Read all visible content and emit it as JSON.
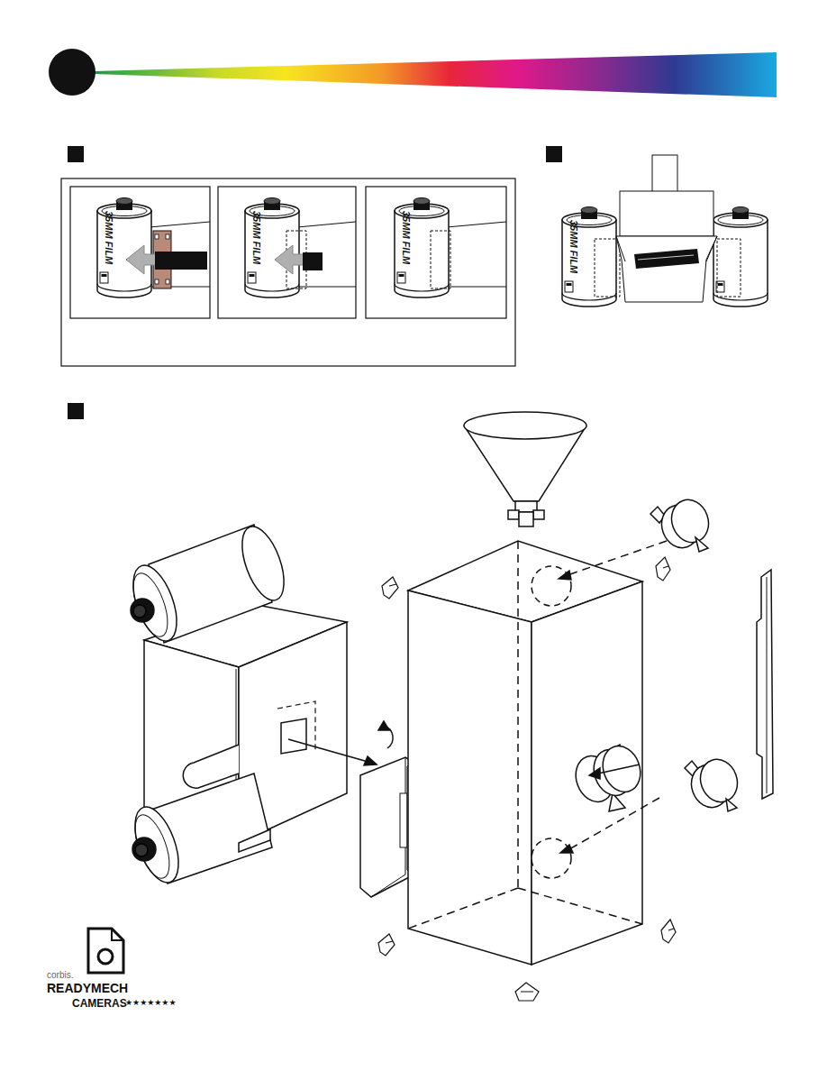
{
  "diagram": {
    "labels": [
      "35MM FILM",
      "35MM FILM",
      "35MM FILM",
      "35MM FILM",
      "corbis.",
      "READYMECH",
      "CAMERAS",
      "★★★★★★★"
    ]
  }
}
